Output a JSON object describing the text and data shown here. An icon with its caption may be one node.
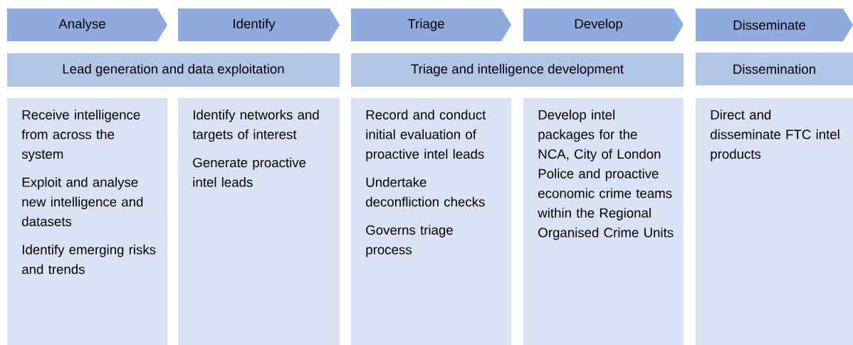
{
  "diagram": {
    "nodes": [
      {
        "text": [
          "Analyse"
        ]
      },
      {
        "text": [
          "Identify"
        ]
      },
      {
        "text": [
          "Triage"
        ]
      },
      {
        "text": [
          "Develop"
        ]
      },
      {
        "text": [
          "Disseminate"
        ]
      },
      {
        "text": [
          "Lead generation and data exploitation"
        ]
      },
      {
        "text": [
          "Triage and intelligence development"
        ]
      },
      {
        "text": [
          "Dissemination"
        ]
      },
      {
        "text": [
          "Receive intelligence from across the system",
          "Exploit and analyse new intelligence and datasets",
          "Identify emerging risks and trends"
        ]
      },
      {
        "text": [
          "Identify networks and targets of interest",
          "Generate proactive intel leads"
        ]
      },
      {
        "text": [
          "Record and conduct initial evaluation of proactive intel leads",
          "Undertake deconfliction checks",
          "Governs triage process"
        ]
      },
      {
        "text": [
          "Develop intel packages for the NCA, City of London Police and proactive economic crime teams within the Regional Organised Crime Units"
        ]
      },
      {
        "text": [
          "Direct and disseminate FTC intel products"
        ]
      }
    ]
  }
}
